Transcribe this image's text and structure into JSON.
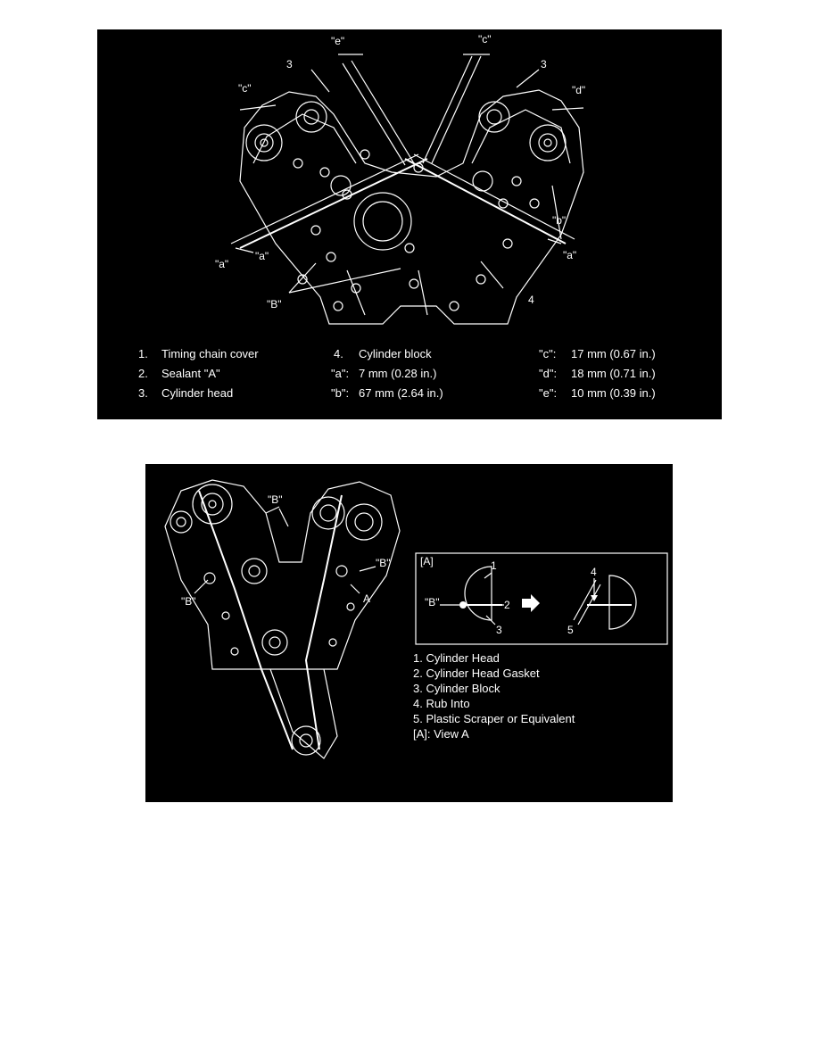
{
  "figure1": {
    "callouts": {
      "e_top": "\"e\"",
      "c_top": "\"c\"",
      "three_left": "3",
      "three_right": "3",
      "c_left": "\"c\"",
      "d_right": "\"d\"",
      "b_right": "\"b\"",
      "a_left1": "\"a\"",
      "a_left2": "\"a\"",
      "a_right": "\"a\"",
      "B_bottom": "\"B\"",
      "four": "4"
    },
    "legend": {
      "item1_num": "1.",
      "item1_text": "Timing chain cover",
      "item2_num": "2.",
      "item2_text": "Sealant \"A\"",
      "item3_num": "3.",
      "item3_text": "Cylinder head",
      "item4_num": "4.",
      "item4_text": "Cylinder block",
      "a_key": "\"a\":",
      "a_val": "7 mm (0.28 in.)",
      "b_key": "\"b\":",
      "b_val": "67 mm (2.64 in.)",
      "c_key": "\"c\":",
      "c_val": "17 mm (0.67 in.)",
      "d_key": "\"d\":",
      "d_val": "18 mm (0.71 in.)",
      "e_key": "\"e\":",
      "e_val": "10 mm (0.39 in.)"
    }
  },
  "figure2": {
    "callouts": {
      "B_top": "\"B\"",
      "B_right": "\"B\"",
      "B_left": "\"B\"",
      "A": "A"
    },
    "inset": {
      "title": "[A]",
      "n1": "1",
      "n2": "2",
      "n3": "3",
      "n4": "4",
      "n5": "5",
      "B": "\"B\""
    },
    "legend": [
      "1. Cylinder Head",
      "2. Cylinder Head Gasket",
      "3. Cylinder Block",
      "4. Rub Into",
      "5. Plastic Scraper or Equivalent",
      "[A]: View A"
    ]
  }
}
